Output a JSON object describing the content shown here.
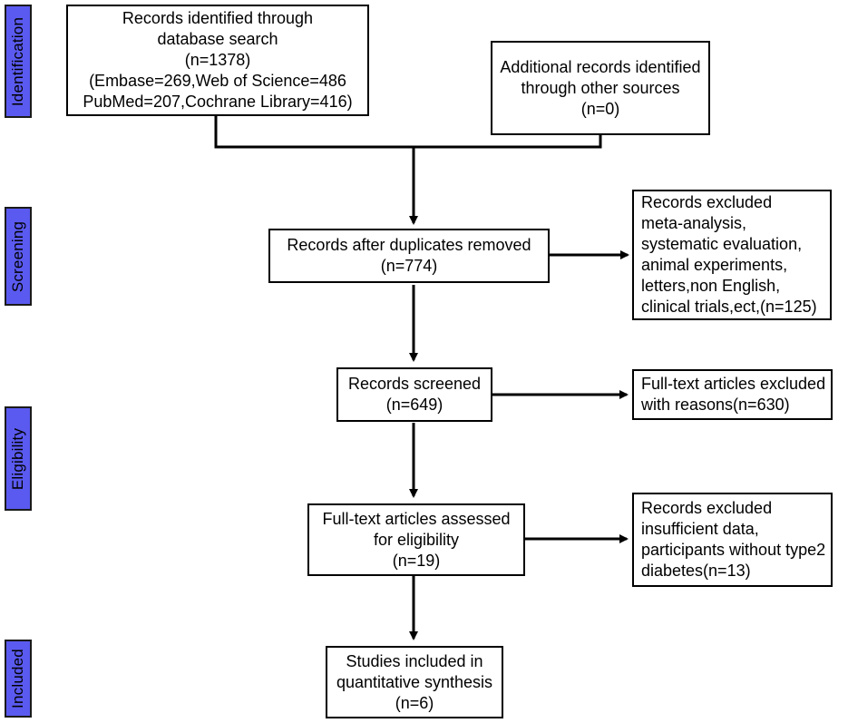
{
  "stages": {
    "identification": "Identification",
    "screening": "Screening",
    "eligibility": "Eligibility",
    "included": "Included"
  },
  "boxes": {
    "identified_db": {
      "lines": [
        "Records identified through",
        "database search",
        "(n=1378)",
        "(Embase=269,Web of Science=486",
        "PubMed=207,Cochrane Library=416)"
      ]
    },
    "identified_other": {
      "lines": [
        "Additional records identified",
        "through other sources",
        "(n=0)"
      ]
    },
    "after_duplicates": {
      "lines": [
        "Records after duplicates removed",
        "(n=774)"
      ]
    },
    "excluded_screening": {
      "lines": [
        "Records excluded",
        "meta-analysis,",
        "systematic evaluation,",
        "animal experiments,",
        "letters,non English,",
        "clinical trials,ect,(n=125)"
      ]
    },
    "screened": {
      "lines": [
        "Records screened",
        "(n=649)"
      ]
    },
    "excluded_fulltext": {
      "lines": [
        "Full-text articles excluded",
        "with reasons(n=630)"
      ]
    },
    "assessed": {
      "lines": [
        "Full-text articles assessed",
        "for eligibility",
        "(n=19)"
      ]
    },
    "excluded_eligibility": {
      "lines": [
        "Records excluded",
        "insufficient data,",
        "participants without type2",
        "diabetes(n=13)"
      ]
    },
    "included": {
      "lines": [
        "Studies included in",
        "quantitative synthesis",
        "(n=6)"
      ]
    }
  }
}
